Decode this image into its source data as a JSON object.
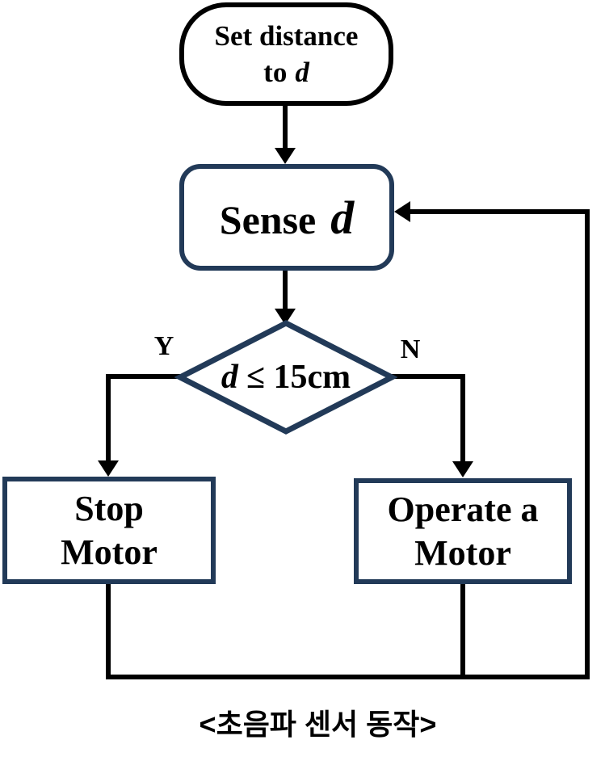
{
  "flowchart": {
    "caption": "<초음파 센서 동작>",
    "colors": {
      "accent_navy": "#223a58",
      "line_black": "#000000",
      "background": "#ffffff"
    },
    "nodes": {
      "start": {
        "line1": "Set distance",
        "line2_prefix": "to",
        "variable": "d"
      },
      "sense": {
        "label": "Sense",
        "variable": "d"
      },
      "decision": {
        "variable": "d",
        "condition": "≤ 15cm"
      },
      "stop": {
        "line1": "Stop",
        "line2": "Motor"
      },
      "operate": {
        "line1": "Operate a",
        "line2": "Motor"
      }
    },
    "branches": {
      "yes": "Y",
      "no": "N"
    }
  }
}
